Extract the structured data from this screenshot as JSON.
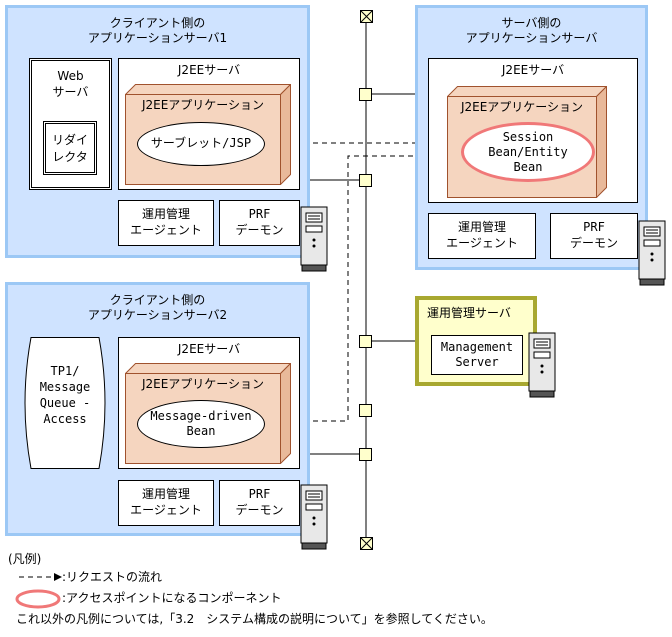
{
  "client1": {
    "title_line1": "クライアント側の",
    "title_line2": "アプリケーションサーバ1",
    "web_server_line1": "Web",
    "web_server_line2": "サーバ",
    "redirector_line1": "リダイ",
    "redirector_line2": "レクタ",
    "j2ee_server": "J2EEサーバ",
    "j2ee_app": "J2EEアプリケーション",
    "component": "サーブレット/JSP",
    "agent_line1": "運用管理",
    "agent_line2": "エージェント",
    "prf_line1": "PRF",
    "prf_line2": "デーモン"
  },
  "client2": {
    "title_line1": "クライアント側の",
    "title_line2": "アプリケーションサーバ2",
    "tp1_line1": "TP1/",
    "tp1_line2": "Message",
    "tp1_line3": "Queue -",
    "tp1_line4": "Access",
    "j2ee_server": "J2EEサーバ",
    "j2ee_app": "J2EEアプリケーション",
    "component_line1": "Message-driven",
    "component_line2": "Bean",
    "agent_line1": "運用管理",
    "agent_line2": "エージェント",
    "prf_line1": "PRF",
    "prf_line2": "デーモン"
  },
  "server": {
    "title_line1": "サーバ側の",
    "title_line2": "アプリケーションサーバ",
    "j2ee_server": "J2EEサーバ",
    "j2ee_app": "J2EEアプリケーション",
    "component_line1": "Session",
    "component_line2": "Bean/Entity",
    "component_line3": "Bean",
    "agent_line1": "運用管理",
    "agent_line2": "エージェント",
    "prf_line1": "PRF",
    "prf_line2": "デーモン"
  },
  "management": {
    "title": "運用管理サーバ",
    "box_line1": "Management",
    "box_line2": "Server"
  },
  "legend": {
    "heading": "(凡例)",
    "request_flow": ":リクエストの流れ",
    "access_point": ":アクセスポイントになるコンポーネント",
    "note": "これ以外の凡例については,「3.2　システム構成の説明について」を参照してください。"
  },
  "colors": {
    "panel_fill": "#cfe3ff",
    "panel_border": "#9cc8f5",
    "app_fill": "#f5d5bf",
    "app_border": "#a0522d",
    "highlight": "#f07878",
    "mgmt_fill": "#ffffcc",
    "mgmt_border": "#a8a830",
    "node_fill": "#ffffcc"
  }
}
